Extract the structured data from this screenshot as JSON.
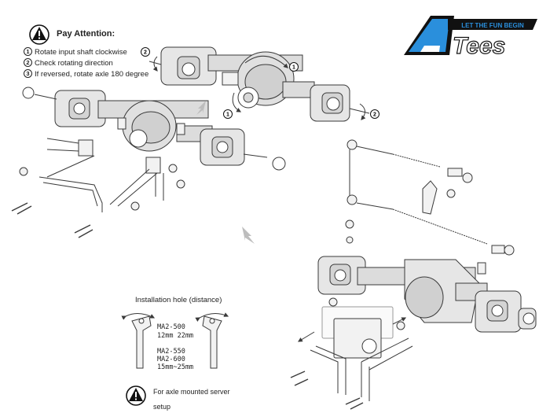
{
  "attention": {
    "title": "Pay Attention:",
    "steps": [
      {
        "num": "1",
        "text": "Rotate input shaft clockwise"
      },
      {
        "num": "2",
        "text": "Check rotating direction"
      },
      {
        "num": "3",
        "text": "If reversed, rotate axle 180 degree"
      }
    ]
  },
  "logo": {
    "brand": "ATees",
    "tagline": "LET THE FUN BEGIN"
  },
  "callouts": {
    "one": "1",
    "two": "2"
  },
  "installation": {
    "title": "Installation hole (distance)",
    "model_a": "MA2-500",
    "dims_a": "12mm  22mm",
    "model_b": "MA2-550",
    "model_c": "MA2-600",
    "dims_b": "15mm~25mm"
  },
  "note": {
    "line1": "For axle mounted server",
    "line2": "setup"
  },
  "colors": {
    "line": "#3a3a3a",
    "part_fill": "#e6e6e6",
    "shade": "#c8c8c8",
    "logo_blue": "#2a8fdc",
    "arrow_grey": "#bdbdbd"
  }
}
